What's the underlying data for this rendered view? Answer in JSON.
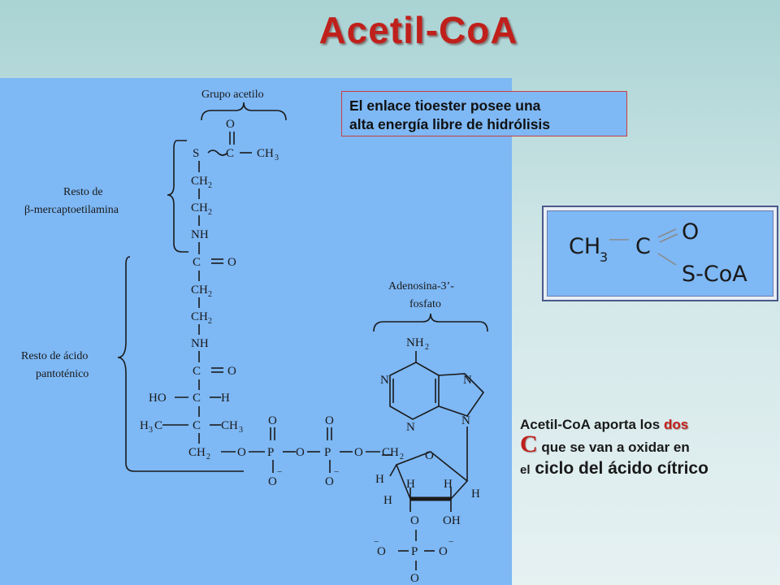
{
  "title": "Acetil-CoA",
  "note": {
    "line1": "El enlace tioester posee una",
    "line2": "alta energía libre de hidrólisis"
  },
  "structure": {
    "labels": {
      "acetyl_group": "Grupo acetilo",
      "mercapto_1": "Resto de",
      "mercapto_2": "β-mercaptoetilamina",
      "pantothenic_1": "Resto de ácido",
      "pantothenic_2": "pantoténico",
      "adenosine_1": "Adenosina-3’-",
      "adenosine_2": "fosfato"
    }
  },
  "formula": {
    "ch3": "CH",
    "sub3": "3",
    "c": "C",
    "o": "O",
    "s_coa": "S-CoA"
  },
  "caption": {
    "part1": "Acetil-CoA aporta los ",
    "dos": "dos",
    "c": "C",
    "part2": " que se van a oxidar en",
    "el": "el",
    "part3": " ciclo del ácido cítrico"
  },
  "colors": {
    "title": "#c0201b",
    "panel": "#7eb8f5",
    "background": "#a9d3d4"
  }
}
